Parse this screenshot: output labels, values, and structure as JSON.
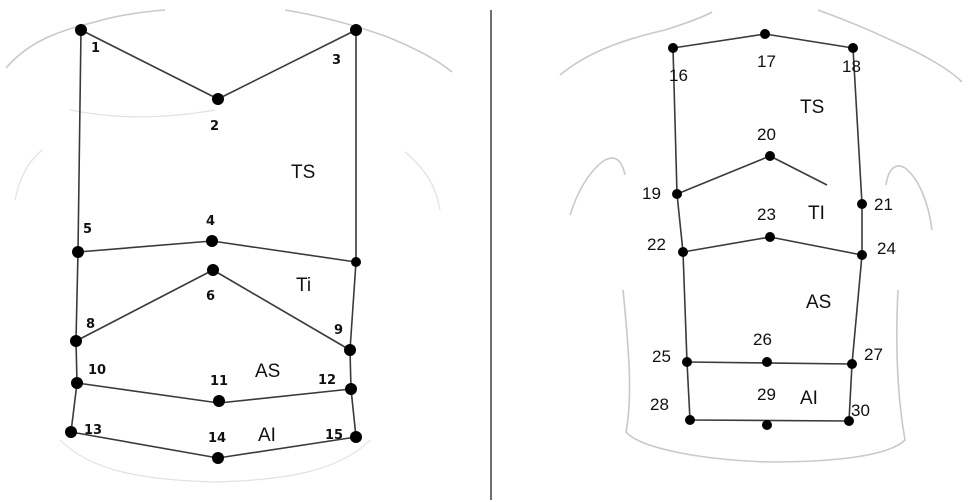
{
  "front": {
    "points": [
      {
        "id": "1",
        "label": "1"
      },
      {
        "id": "2",
        "label": "2"
      },
      {
        "id": "3",
        "label": "3"
      },
      {
        "id": "4",
        "label": "4"
      },
      {
        "id": "5",
        "label": "5"
      },
      {
        "id": "6",
        "label": "6"
      },
      {
        "id": "7",
        "label": ""
      },
      {
        "id": "8",
        "label": "8"
      },
      {
        "id": "9",
        "label": "9"
      },
      {
        "id": "10",
        "label": "10"
      },
      {
        "id": "11",
        "label": "11"
      },
      {
        "id": "12",
        "label": "12"
      },
      {
        "id": "13",
        "label": "13"
      },
      {
        "id": "14",
        "label": "14"
      },
      {
        "id": "15",
        "label": "15"
      }
    ],
    "regions": {
      "ts": "TS",
      "ti": "Ti",
      "as": "AS",
      "ai": "AI"
    }
  },
  "back": {
    "points": [
      {
        "id": "16",
        "label": "16"
      },
      {
        "id": "17",
        "label": "17"
      },
      {
        "id": "18",
        "label": "18"
      },
      {
        "id": "19",
        "label": "19"
      },
      {
        "id": "20",
        "label": "20"
      },
      {
        "id": "21",
        "label": "21"
      },
      {
        "id": "22",
        "label": "22"
      },
      {
        "id": "23",
        "label": "23"
      },
      {
        "id": "24",
        "label": "24"
      },
      {
        "id": "25",
        "label": "25"
      },
      {
        "id": "26",
        "label": "26"
      },
      {
        "id": "27",
        "label": "27"
      },
      {
        "id": "28",
        "label": "28"
      },
      {
        "id": "29",
        "label": "29"
      },
      {
        "id": "30",
        "label": "30"
      }
    ],
    "regions": {
      "ts": "TS",
      "ti": "TI",
      "as": "AS",
      "ai": "AI"
    }
  }
}
